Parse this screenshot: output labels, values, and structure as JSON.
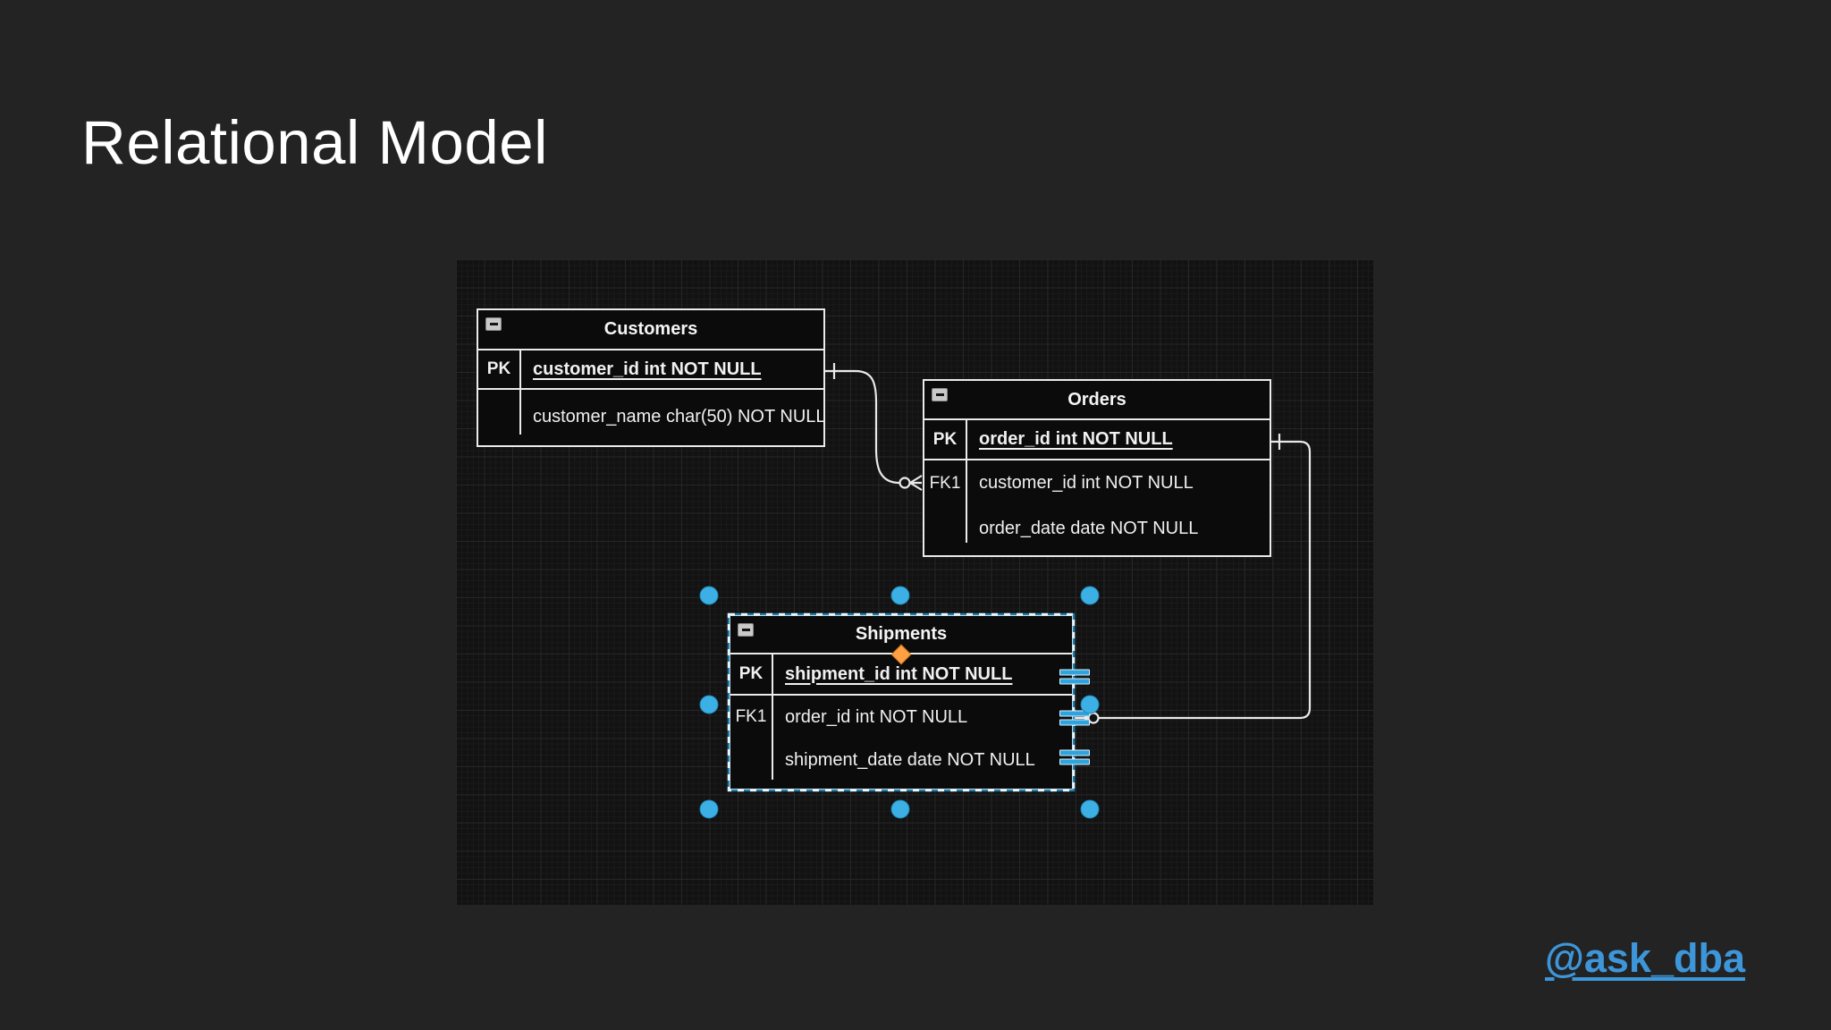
{
  "slide": {
    "title": "Relational Model",
    "link": "@ask_dba",
    "background": "#232323",
    "link_color": "#3d96d9",
    "selection_color": "#3cb0e5"
  },
  "diagram": {
    "tables": [
      {
        "name": "Customers",
        "collapse_icon": "minus",
        "rows": [
          {
            "key": "PK",
            "field": "customer_id int NOT NULL",
            "is_pk": true
          },
          {
            "key": "",
            "field": "customer_name char(50) NOT NULL",
            "is_pk": false
          }
        ]
      },
      {
        "name": "Orders",
        "collapse_icon": "minus",
        "rows": [
          {
            "key": "PK",
            "field": "order_id int NOT NULL",
            "is_pk": true
          },
          {
            "key": "FK1",
            "field": "customer_id int NOT NULL",
            "is_pk": false
          },
          {
            "key": "",
            "field": "order_date date NOT NULL",
            "is_pk": false
          }
        ]
      },
      {
        "name": "Shipments",
        "collapse_icon": "minus",
        "selected": true,
        "rows": [
          {
            "key": "PK",
            "field": "shipment_id int NOT NULL",
            "is_pk": true
          },
          {
            "key": "FK1",
            "field": "order_id int NOT NULL",
            "is_pk": false
          },
          {
            "key": "",
            "field": "shipment_date date NOT NULL",
            "is_pk": false
          }
        ]
      }
    ],
    "relations": [
      {
        "from": "Customers.customer_id",
        "to": "Orders.customer_id",
        "from_cardinality": "one",
        "to_cardinality": "zero-or-many"
      },
      {
        "from": "Orders.order_id",
        "to": "Shipments.order_id",
        "from_cardinality": "one",
        "to_cardinality": "zero-or-many"
      }
    ]
  }
}
